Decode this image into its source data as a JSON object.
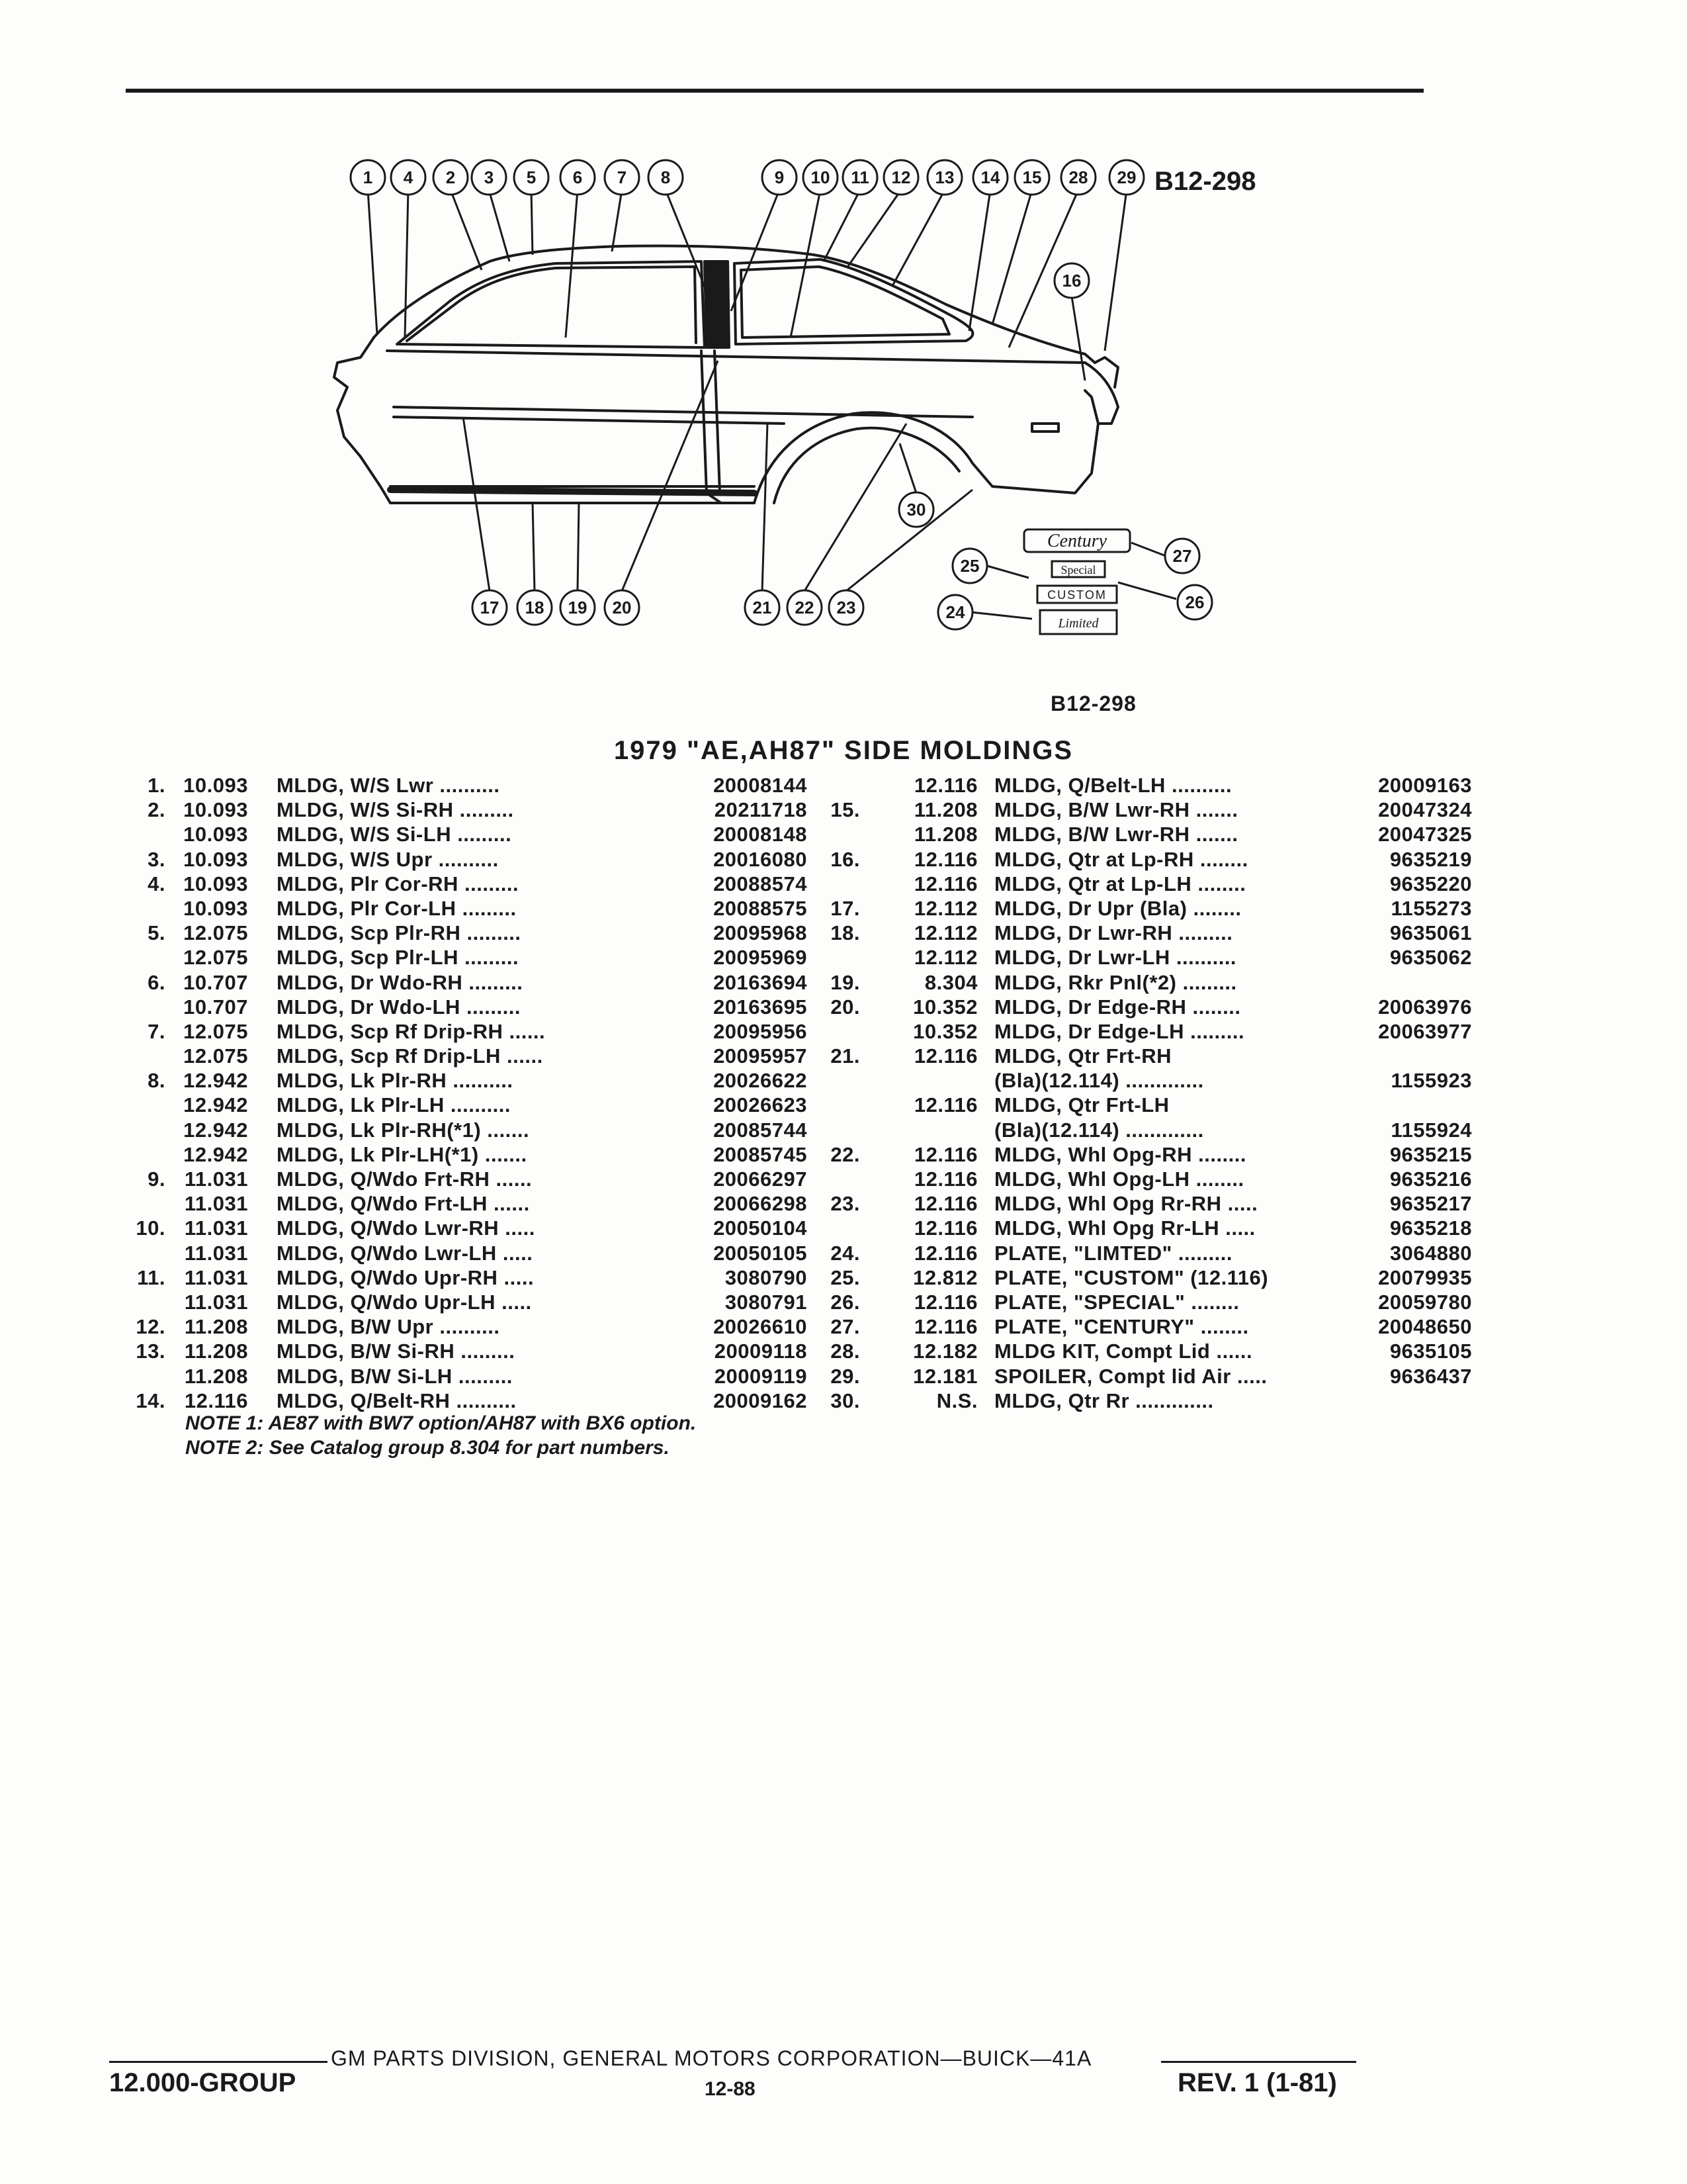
{
  "figure": {
    "label_top": "B12-298",
    "label_bottom": "B12-298",
    "callouts_top": [
      "1",
      "4",
      "2",
      "3",
      "5",
      "6",
      "7",
      "8",
      "9",
      "10",
      "11",
      "12",
      "13",
      "14",
      "15",
      "28",
      "29"
    ],
    "callouts_side": [
      "16",
      "30"
    ],
    "callouts_bottom_left": [
      "17",
      "18",
      "19",
      "20"
    ],
    "callouts_bottom_mid": [
      "21",
      "22",
      "23"
    ],
    "callouts_plates": [
      "25",
      "24",
      "27",
      "26"
    ],
    "plates": {
      "century": "Century",
      "special": "Special",
      "custom": "CUSTOM",
      "limited": "Limited"
    }
  },
  "title": "1979 \"AE,AH87\" SIDE MOLDINGS",
  "left_column": [
    {
      "num": "1.",
      "grp": "10.093",
      "desc": "MLDG, W/S Lwr",
      "dots": "..........",
      "part": "20008144"
    },
    {
      "num": "2.",
      "grp": "10.093",
      "desc": "MLDG, W/S Si-RH",
      "dots": ".........",
      "part": "20211718"
    },
    {
      "num": "",
      "grp": "10.093",
      "desc": "MLDG, W/S Si-LH",
      "dots": ".........",
      "part": "20008148"
    },
    {
      "num": "3.",
      "grp": "10.093",
      "desc": "MLDG, W/S Upr",
      "dots": "..........",
      "part": "20016080"
    },
    {
      "num": "4.",
      "grp": "10.093",
      "desc": "MLDG, Plr Cor-RH",
      "dots": ".........",
      "part": "20088574"
    },
    {
      "num": "",
      "grp": "10.093",
      "desc": "MLDG, Plr Cor-LH",
      "dots": ".........",
      "part": "20088575"
    },
    {
      "num": "5.",
      "grp": "12.075",
      "desc": "MLDG, Scp Plr-RH",
      "dots": ".........",
      "part": "20095968"
    },
    {
      "num": "",
      "grp": "12.075",
      "desc": "MLDG, Scp Plr-LH",
      "dots": ".........",
      "part": "20095969"
    },
    {
      "num": "6.",
      "grp": "10.707",
      "desc": "MLDG, Dr Wdo-RH",
      "dots": ".........",
      "part": "20163694"
    },
    {
      "num": "",
      "grp": "10.707",
      "desc": "MLDG, Dr Wdo-LH",
      "dots": ".........",
      "part": "20163695"
    },
    {
      "num": "7.",
      "grp": "12.075",
      "desc": "MLDG, Scp Rf Drip-RH",
      "dots": "......",
      "part": "20095956"
    },
    {
      "num": "",
      "grp": "12.075",
      "desc": "MLDG, Scp Rf Drip-LH",
      "dots": "......",
      "part": "20095957"
    },
    {
      "num": "8.",
      "grp": "12.942",
      "desc": "MLDG, Lk Plr-RH",
      "dots": "..........",
      "part": "20026622"
    },
    {
      "num": "",
      "grp": "12.942",
      "desc": "MLDG, Lk Plr-LH",
      "dots": "..........",
      "part": "20026623"
    },
    {
      "num": "",
      "grp": "12.942",
      "desc": "MLDG, Lk Plr-RH(*1)",
      "dots": ".......",
      "part": "20085744"
    },
    {
      "num": "",
      "grp": "12.942",
      "desc": "MLDG, Lk Plr-LH(*1)",
      "dots": ".......",
      "part": "20085745"
    },
    {
      "num": "9.",
      "grp": "11.031",
      "desc": "MLDG, Q/Wdo Frt-RH",
      "dots": "......",
      "part": "20066297"
    },
    {
      "num": "",
      "grp": "11.031",
      "desc": "MLDG, Q/Wdo Frt-LH",
      "dots": "......",
      "part": "20066298"
    },
    {
      "num": "10.",
      "grp": "11.031",
      "desc": "MLDG, Q/Wdo Lwr-RH",
      "dots": ".....",
      "part": "20050104"
    },
    {
      "num": "",
      "grp": "11.031",
      "desc": "MLDG, Q/Wdo Lwr-LH",
      "dots": ".....",
      "part": "20050105"
    },
    {
      "num": "11.",
      "grp": "11.031",
      "desc": "MLDG, Q/Wdo Upr-RH",
      "dots": ".....",
      "part": "3080790"
    },
    {
      "num": "",
      "grp": "11.031",
      "desc": "MLDG, Q/Wdo Upr-LH",
      "dots": ".....",
      "part": "3080791"
    },
    {
      "num": "12.",
      "grp": "11.208",
      "desc": "MLDG, B/W Upr",
      "dots": "..........",
      "part": "20026610"
    },
    {
      "num": "13.",
      "grp": "11.208",
      "desc": "MLDG, B/W Si-RH",
      "dots": ".........",
      "part": "20009118"
    },
    {
      "num": "",
      "grp": "11.208",
      "desc": "MLDG, B/W Si-LH",
      "dots": ".........",
      "part": "20009119"
    },
    {
      "num": "14.",
      "grp": "12.116",
      "desc": "MLDG, Q/Belt-RH",
      "dots": "..........",
      "part": "20009162"
    }
  ],
  "right_column": [
    {
      "num": "",
      "grp": "12.116",
      "desc": "MLDG, Q/Belt-LH",
      "dots": "..........",
      "part": "20009163"
    },
    {
      "num": "15.",
      "grp": "11.208",
      "desc": "MLDG, B/W Lwr-RH",
      "dots": ".......",
      "part": "20047324"
    },
    {
      "num": "",
      "grp": "11.208",
      "desc": "MLDG, B/W Lwr-RH",
      "dots": ".......",
      "part": "20047325"
    },
    {
      "num": "16.",
      "grp": "12.116",
      "desc": "MLDG, Qtr at Lp-RH",
      "dots": "........",
      "part": "9635219"
    },
    {
      "num": "",
      "grp": "12.116",
      "desc": "MLDG, Qtr at Lp-LH",
      "dots": "........",
      "part": "9635220"
    },
    {
      "num": "17.",
      "grp": "12.112",
      "desc": "MLDG, Dr Upr (Bla)",
      "dots": "........",
      "part": "1155273"
    },
    {
      "num": "18.",
      "grp": "12.112",
      "desc": "MLDG, Dr Lwr-RH",
      "dots": ".........",
      "part": "9635061"
    },
    {
      "num": "",
      "grp": "12.112",
      "desc": "MLDG, Dr Lwr-LH",
      "dots": "..........",
      "part": "9635062"
    },
    {
      "num": "19.",
      "grp": "8.304",
      "desc": "MLDG, Rkr Pnl(*2)",
      "dots": ".........",
      "part": ""
    },
    {
      "num": "20.",
      "grp": "10.352",
      "desc": "MLDG, Dr Edge-RH",
      "dots": "........",
      "part": "20063976"
    },
    {
      "num": "",
      "grp": "10.352",
      "desc": "MLDG, Dr Edge-LH",
      "dots": ".........",
      "part": "20063977"
    },
    {
      "num": "21.",
      "grp": "12.116",
      "desc": "MLDG, Qtr Frt-RH",
      "dots": "",
      "part": ""
    },
    {
      "num": "",
      "grp": "",
      "desc": "(Bla)(12.114)",
      "dots": ".............",
      "part": "1155923"
    },
    {
      "num": "",
      "grp": "12.116",
      "desc": "MLDG, Qtr Frt-LH",
      "dots": "",
      "part": ""
    },
    {
      "num": "",
      "grp": "",
      "desc": "(Bla)(12.114)",
      "dots": ".............",
      "part": "1155924"
    },
    {
      "num": "22.",
      "grp": "12.116",
      "desc": "MLDG, Whl Opg-RH",
      "dots": "........",
      "part": "9635215"
    },
    {
      "num": "",
      "grp": "12.116",
      "desc": "MLDG, Whl Opg-LH",
      "dots": "........",
      "part": "9635216"
    },
    {
      "num": "23.",
      "grp": "12.116",
      "desc": "MLDG, Whl Opg Rr-RH",
      "dots": ".....",
      "part": "9635217"
    },
    {
      "num": "",
      "grp": "12.116",
      "desc": "MLDG, Whl Opg Rr-LH",
      "dots": ".....",
      "part": "9635218"
    },
    {
      "num": "24.",
      "grp": "12.116",
      "desc": "PLATE, \"LIMTED\"",
      "dots": ".........",
      "part": "3064880"
    },
    {
      "num": "25.",
      "grp": "12.812",
      "desc": "PLATE, \"CUSTOM\" (12.116)",
      "dots": "",
      "part": "20079935"
    },
    {
      "num": "26.",
      "grp": "12.116",
      "desc": "PLATE, \"SPECIAL\"",
      "dots": "........",
      "part": "20059780"
    },
    {
      "num": "27.",
      "grp": "12.116",
      "desc": "PLATE, \"CENTURY\"",
      "dots": "........",
      "part": "20048650"
    },
    {
      "num": "28.",
      "grp": "12.182",
      "desc": "MLDG KIT, Compt Lid",
      "dots": "......",
      "part": "9635105"
    },
    {
      "num": "29.",
      "grp": "12.181",
      "desc": "SPOILER, Compt lid Air",
      "dots": ".....",
      "part": "9636437"
    },
    {
      "num": "30.",
      "grp": "N.S.",
      "desc": "MLDG, Qtr Rr",
      "dots": ".............",
      "part": ""
    }
  ],
  "notes": {
    "note1": "NOTE 1: AE87 with BW7 option/AH87 with BX6 option.",
    "note2": "NOTE 2: See Catalog group 8.304 for part numbers."
  },
  "footer": {
    "center": "GM PARTS DIVISION, GENERAL MOTORS CORPORATION—BUICK—41A",
    "group": "12.000-GROUP",
    "page": "12-88",
    "revision": "REV. 1 (1-81)"
  }
}
